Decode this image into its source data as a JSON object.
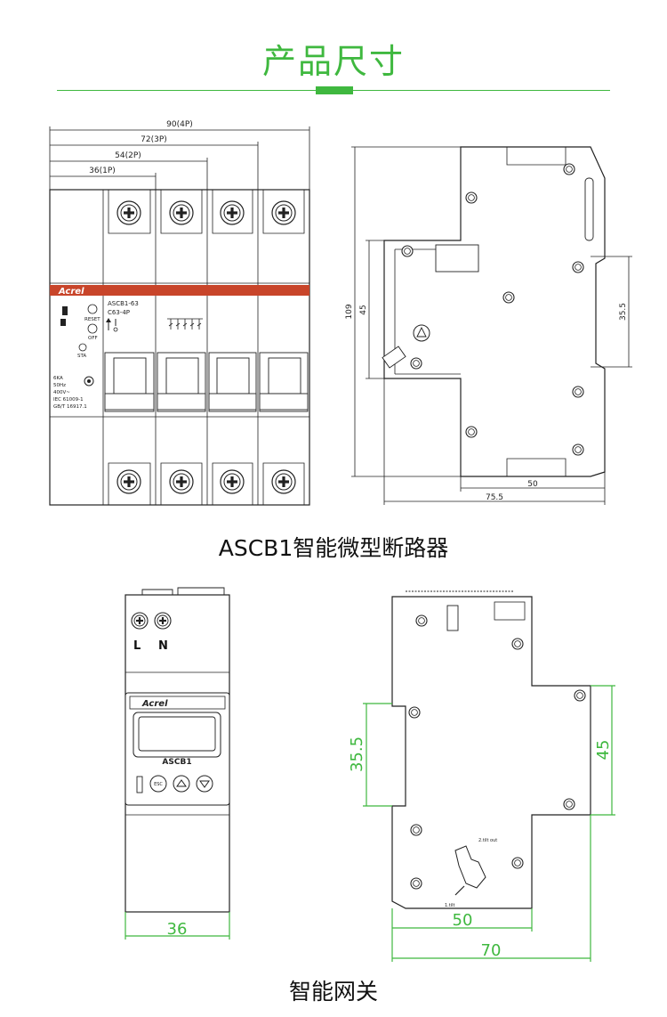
{
  "header": {
    "title": "产品尺寸",
    "accent_color": "#3fb83f"
  },
  "figure1": {
    "caption": "ASCB1智能微型断路器",
    "front": {
      "dims": [
        "90(4P)",
        "72(3P)",
        "54(2P)",
        "36(1P)"
      ],
      "brand": "Acrel",
      "model_line1": "ASCB1-63",
      "model_line2": "C63-4P",
      "reset": "RESET",
      "off": "OFF",
      "sta": "STA",
      "spec": [
        "6KA",
        "50Hz",
        "400V~",
        "IEC 61009-1",
        "GB/T 16917.1"
      ]
    },
    "side": {
      "height": "109",
      "rail": "45",
      "depth_inner": "50",
      "depth": "75.5",
      "clip": "35.5"
    }
  },
  "figure2": {
    "caption": "智能网关",
    "front": {
      "terminal_l": "L",
      "terminal_n": "N",
      "brand": "Acrel",
      "model": "ASCB1",
      "esc": "ESC",
      "width": "36"
    },
    "side": {
      "clip": "35.5",
      "rail": "45",
      "depth_inner": "50",
      "depth": "70",
      "tilt_out": "2.tilt out",
      "tilt": "1.tilt"
    }
  }
}
